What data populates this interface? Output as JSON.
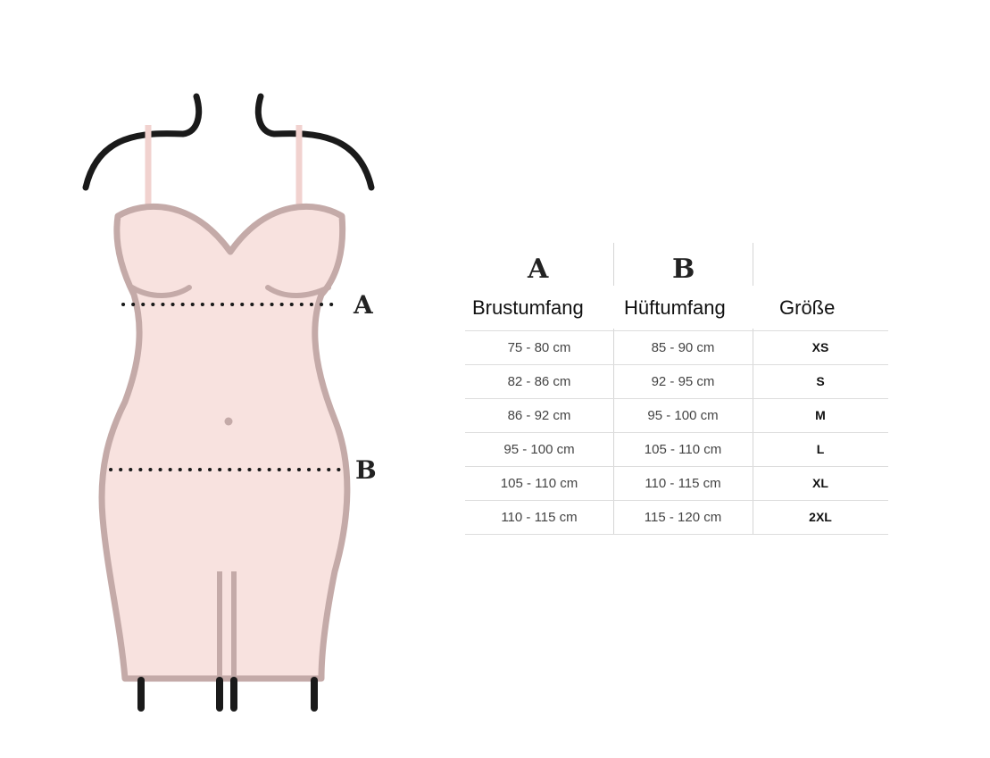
{
  "figure": {
    "markers": {
      "a": "A",
      "b": "B"
    },
    "colors": {
      "fill": "#f8e2df",
      "outline": "#c4aaa8",
      "strap": "#f1d2cf",
      "black": "#1a1a1a"
    }
  },
  "table": {
    "column_letters": [
      "A",
      "B"
    ],
    "headers": {
      "bust": "Brustumfang",
      "hip": "Hüftumfang",
      "size": "Größe"
    },
    "rows": [
      {
        "bust": "75 - 80 cm",
        "hip": "85 - 90 cm",
        "size": "XS"
      },
      {
        "bust": "82 - 86 cm",
        "hip": "92 - 95 cm",
        "size": "S"
      },
      {
        "bust": "86 - 92 cm",
        "hip": "95 - 100 cm",
        "size": "M"
      },
      {
        "bust": "95 - 100 cm",
        "hip": "105 - 110 cm",
        "size": "L"
      },
      {
        "bust": "105 - 110 cm",
        "hip": "110 - 115 cm",
        "size": "XL"
      },
      {
        "bust": "110 - 115 cm",
        "hip": "115 - 120 cm",
        "size": "2XL"
      }
    ]
  }
}
